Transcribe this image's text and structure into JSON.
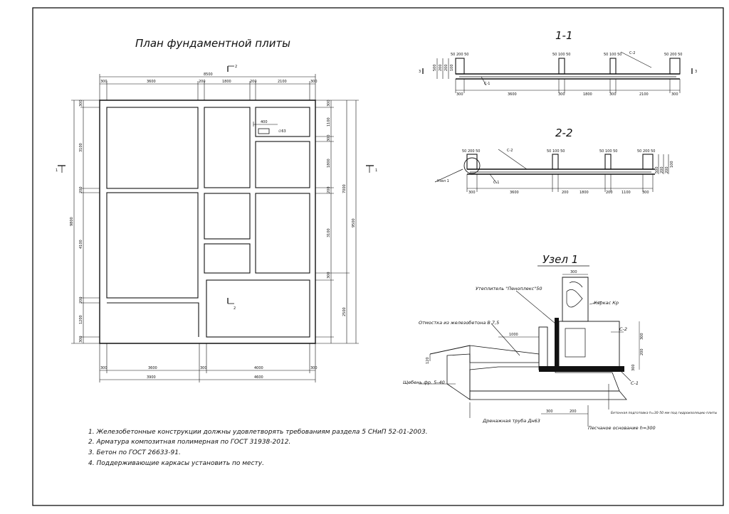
{
  "titles": {
    "plan": "План фундаментной плиты",
    "section_1": "1-1",
    "section_2": "2-2",
    "node_1": "Узел 1"
  },
  "plan": {
    "top_dims": [
      "300",
      "3600",
      "200",
      "1800",
      "200",
      "2100",
      "300"
    ],
    "top_total": "8500",
    "left_dims": [
      "300",
      "3100",
      "200",
      "4100",
      "200",
      "1200",
      "300"
    ],
    "left_total": "9800",
    "right_dims": [
      "300",
      "1100",
      "300",
      "1800",
      "200",
      "3100",
      "300"
    ],
    "right_total_a": "7000",
    "right_total_b": "2500",
    "right_total_c": "9500",
    "bottom_dims": [
      "300",
      "3600",
      "300",
      "4000",
      "300"
    ],
    "bottom_totals": [
      "3900",
      "4600"
    ],
    "opening_dim": "400",
    "opening_label": "∅63",
    "section_marks": {
      "top": "2",
      "bottom": "2",
      "left": "1",
      "right": "1"
    }
  },
  "section_1": {
    "top_marks": [
      "50 200 50",
      "50 100 50",
      "50 100 50",
      "50 200 50"
    ],
    "rebar_labels": [
      "С-1",
      "С-2"
    ],
    "left_dims": [
      "500",
      "200",
      "200",
      "100"
    ],
    "dims": [
      "300",
      "3600",
      "300",
      "1800",
      "300",
      "2100",
      "300"
    ],
    "cut_mark": "3"
  },
  "section_2": {
    "top_marks": [
      "50 200 50",
      "50 100 50",
      "50 100 50",
      "50 200 50"
    ],
    "rebar_labels": [
      "С-2",
      "С-1"
    ],
    "right_dims": [
      "500",
      "200",
      "200",
      "100"
    ],
    "dims": [
      "300",
      "3600",
      "200",
      "1800",
      "200",
      "1100",
      "300"
    ],
    "node_ref": "Узел 1"
  },
  "node_1": {
    "labels": {
      "insulation": "Утеплитель \"Пеноплекс\"50",
      "frame": "Каркас Кр",
      "blind_area": "Отмостка из железобетона В 7,5",
      "c2": "С-2",
      "c1": "С-1",
      "gravel": "Щебень фр. 5–40",
      "drain": "Дренажная труба Дн63",
      "concrete_prep": "Бетонная подготовка h=30-50 мм под гидроизоляцию плиты",
      "sand": "Песчаное основание h=300"
    },
    "dims": [
      "300",
      "1000",
      "300",
      "200",
      "200",
      "300",
      "300",
      "120"
    ]
  },
  "notes": [
    "1. Железобетонные конструкции должны удовлетворять требованиям раздела 5 СНиП 52-01-2003.",
    "2. Арматура композитная полимерная по ГОСТ 31938-2012.",
    "3. Бетон по ГОСТ 26633-91.",
    "4. Поддерживающие каркасы установить по месту."
  ]
}
